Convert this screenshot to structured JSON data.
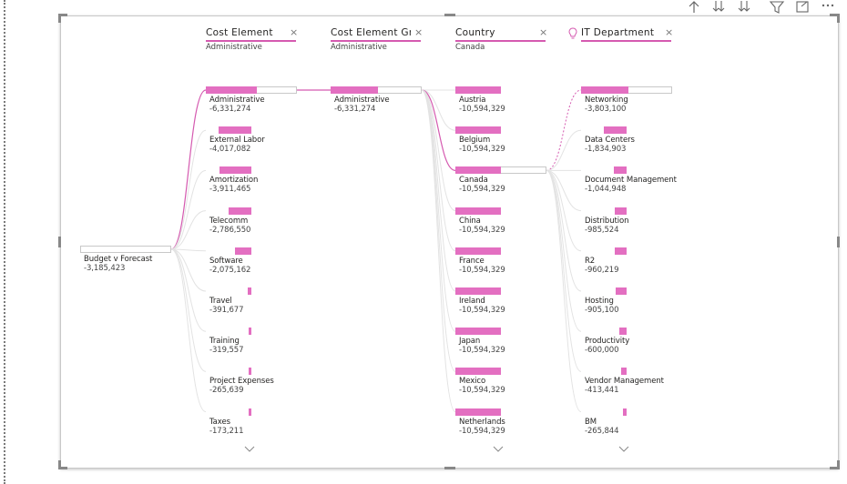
{
  "root": {
    "label": "Budget v Forecast",
    "value": "-3,185,423"
  },
  "levels": [
    {
      "title": "Cost Element",
      "selected": "Administrative",
      "items": [
        {
          "label": "Administrative",
          "value": "-6,331,274",
          "bar": 0.56
        },
        {
          "label": "External Labor",
          "value": "-4,017,082",
          "bar": 0.36
        },
        {
          "label": "Amortization",
          "value": "-3,911,465",
          "bar": 0.35
        },
        {
          "label": "Telecomm",
          "value": "-2,786,550",
          "bar": 0.25
        },
        {
          "label": "Software",
          "value": "-2,075,162",
          "bar": 0.18
        },
        {
          "label": "Travel",
          "value": "-391,677",
          "bar": 0.04
        },
        {
          "label": "Training",
          "value": "-319,557",
          "bar": 0.03
        },
        {
          "label": "Project Expenses",
          "value": "-265,639",
          "bar": 0.03
        },
        {
          "label": "Taxes",
          "value": "-173,211",
          "bar": 0.02
        }
      ]
    },
    {
      "title": "Cost Element Gr...",
      "selected": "Administrative",
      "items": [
        {
          "label": "Administrative",
          "value": "-6,331,274",
          "bar": 0.52
        }
      ]
    },
    {
      "title": "Country",
      "selected": "Canada",
      "items": [
        {
          "label": "Austria",
          "value": "-10,594,329",
          "bar": 0.5
        },
        {
          "label": "Belgium",
          "value": "-10,594,329",
          "bar": 0.5
        },
        {
          "label": "Canada",
          "value": "-10,594,329",
          "bar": 0.5
        },
        {
          "label": "China",
          "value": "-10,594,329",
          "bar": 0.5
        },
        {
          "label": "France",
          "value": "-10,594,329",
          "bar": 0.5
        },
        {
          "label": "Ireland",
          "value": "-10,594,329",
          "bar": 0.5
        },
        {
          "label": "Japan",
          "value": "-10,594,329",
          "bar": 0.5
        },
        {
          "label": "Mexico",
          "value": "-10,594,329",
          "bar": 0.5
        },
        {
          "label": "Netherlands",
          "value": "-10,594,329",
          "bar": 0.5
        }
      ]
    },
    {
      "title": "IT Department",
      "selected": "",
      "items": [
        {
          "label": "Networking",
          "value": "-3,803,100",
          "bar": 0.52
        },
        {
          "label": "Data Centers",
          "value": "-1,834,903",
          "bar": 0.25
        },
        {
          "label": "Document Management",
          "value": "-1,044,948",
          "bar": 0.14
        },
        {
          "label": "Distribution",
          "value": "-985,524",
          "bar": 0.13
        },
        {
          "label": "R2",
          "value": "-960,219",
          "bar": 0.13
        },
        {
          "label": "Hosting",
          "value": "-905,100",
          "bar": 0.12
        },
        {
          "label": "Productivity",
          "value": "-600,000",
          "bar": 0.08
        },
        {
          "label": "Vendor Management",
          "value": "-413,441",
          "bar": 0.06
        },
        {
          "label": "BM",
          "value": "-265,844",
          "bar": 0.04
        }
      ]
    }
  ],
  "header": {
    "close_glyph": "×"
  },
  "icons": [
    "drill-up-icon",
    "expand-all-down-icon",
    "drill-down-icon",
    "filter-icon",
    "focus-mode-icon",
    "more-options-icon",
    "lightbulb-icon",
    "chevron-down-icon"
  ],
  "colors": {
    "accent": "#e36fc1",
    "underline": "#d55ab0",
    "link": "#c7a0d8"
  }
}
